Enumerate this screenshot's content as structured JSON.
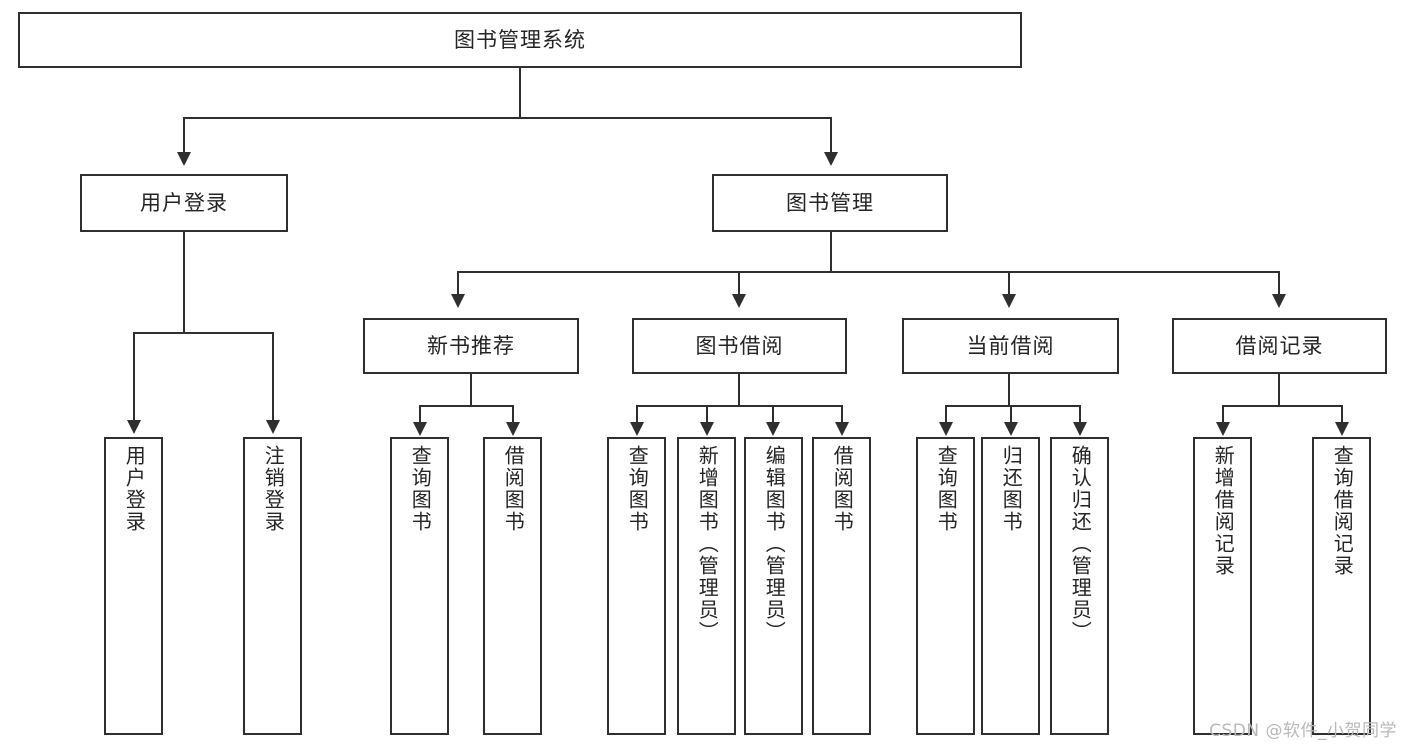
{
  "diagram": {
    "title": "图书管理系统",
    "type": "tree-hierarchy-chart",
    "watermark": "CSDN @软件_小贺同学",
    "colors": {
      "stroke": "#2f2f2f",
      "fill": "#ffffff",
      "text": "#242424",
      "watermark": "#b9b9b9"
    }
  },
  "nodes": {
    "root": {
      "label": "图书管理系统"
    },
    "level2": [
      {
        "label": "用户登录"
      },
      {
        "label": "图书管理"
      }
    ],
    "level3": [
      {
        "label": "新书推荐"
      },
      {
        "label": "图书借阅"
      },
      {
        "label": "当前借阅"
      },
      {
        "label": "借阅记录"
      }
    ],
    "leaves": {
      "user_login": [
        {
          "label": "用户登录"
        },
        {
          "label": "注销登录"
        }
      ],
      "new_book_recommend": [
        {
          "label": "查询图书"
        },
        {
          "label": "借阅图书"
        }
      ],
      "book_borrow": [
        {
          "label": "查询图书"
        },
        {
          "label": "新增图书（管理员）"
        },
        {
          "label": "编辑图书（管理员）"
        },
        {
          "label": "借阅图书"
        }
      ],
      "current_borrow": [
        {
          "label": "查询图书"
        },
        {
          "label": "归还图书"
        },
        {
          "label": "确认归还（管理员）"
        }
      ],
      "borrow_record": [
        {
          "label": "新增借阅记录"
        },
        {
          "label": "查询借阅记录"
        }
      ]
    }
  }
}
